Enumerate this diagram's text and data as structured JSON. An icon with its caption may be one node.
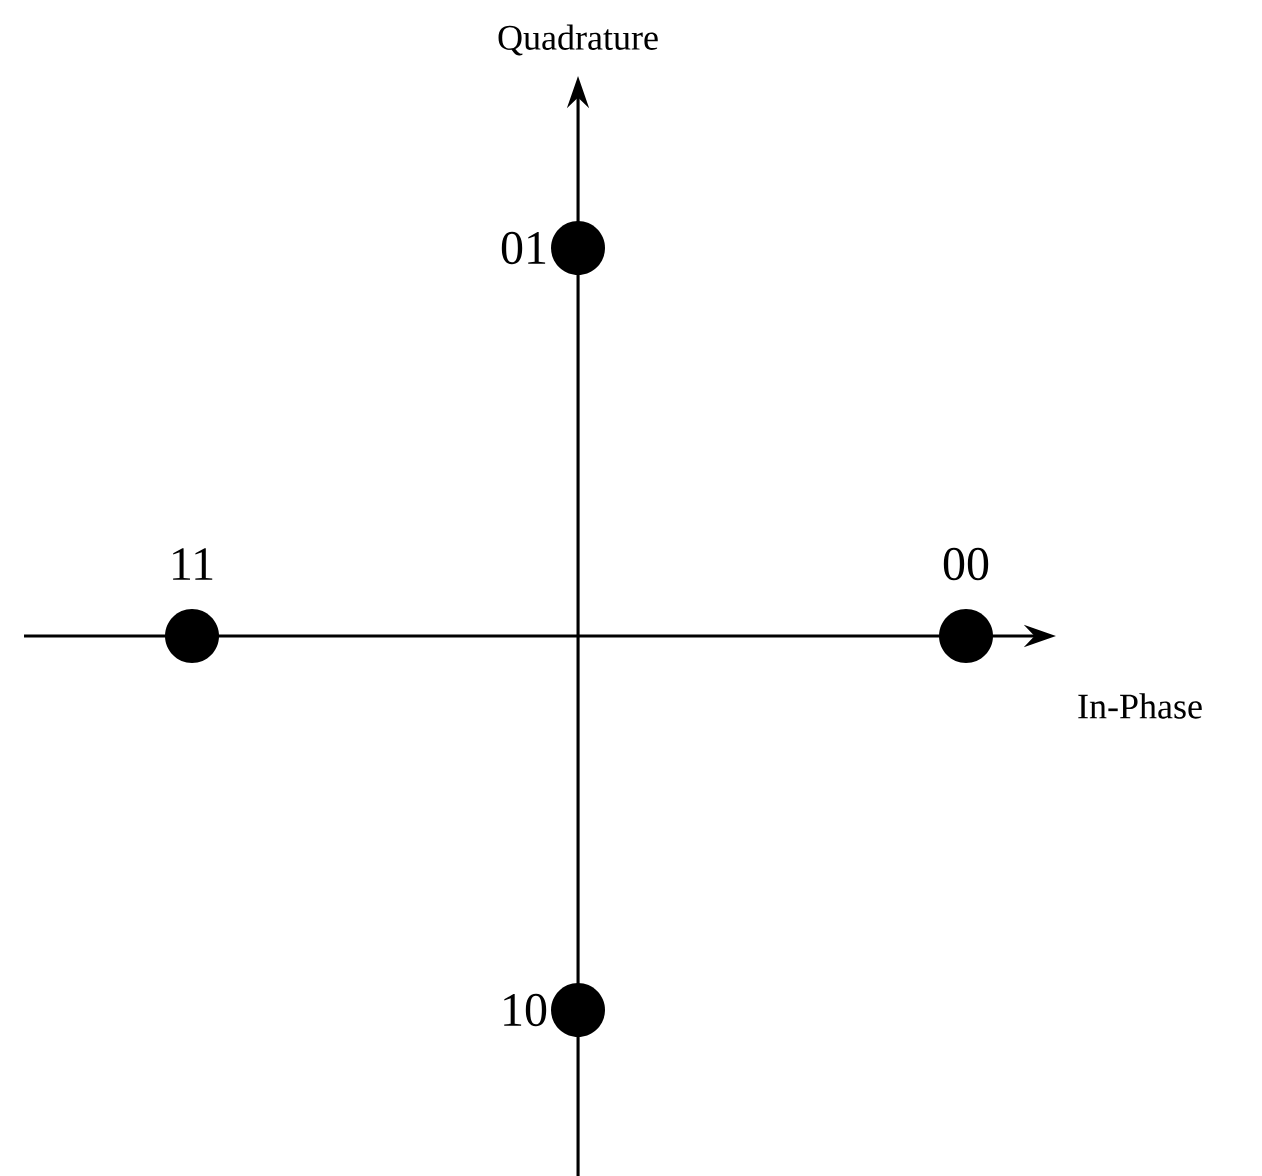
{
  "diagram": {
    "nodes": [
      {
        "text": [],
        "shape": "circle",
        "beside": [
          "01"
        ]
      },
      {
        "text": [],
        "shape": "circle",
        "beside": [
          "11"
        ]
      },
      {
        "text": [],
        "shape": "circle",
        "beside": [
          "00"
        ]
      },
      {
        "text": [],
        "shape": "circle",
        "beside": [
          "10"
        ]
      }
    ],
    "labels": [
      "Quadrature",
      "In-Phase"
    ]
  }
}
